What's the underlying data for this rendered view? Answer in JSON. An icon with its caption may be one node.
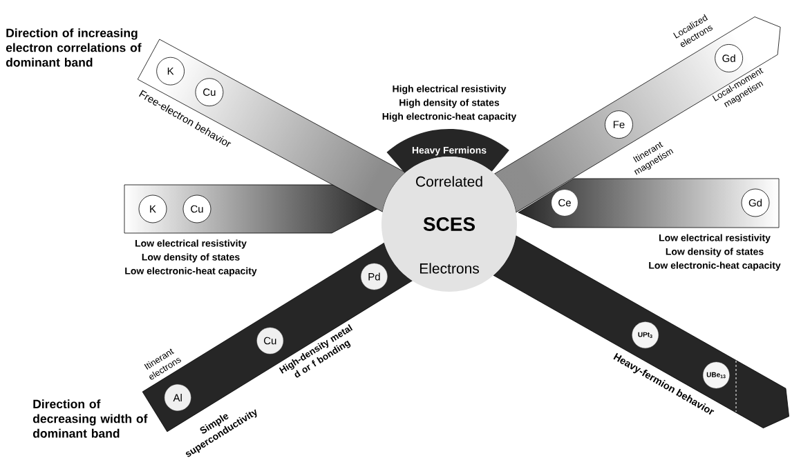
{
  "diagram": {
    "nodes": [
      {
        "text": [],
        "shape": "bar"
      },
      {
        "text": [
          "K"
        ],
        "in": 0
      },
      {
        "text": [
          "Cu"
        ],
        "in": 0
      },
      {
        "text": [],
        "shape": "bar"
      },
      {
        "text": [
          "Gd"
        ],
        "in": 3
      },
      {
        "text": [
          "Fe"
        ],
        "in": 3
      },
      {
        "text": [
          "Heavy Fermions"
        ]
      },
      {
        "text": [
          "Correlated",
          "SCES",
          "Electrons"
        ]
      },
      {
        "text": [],
        "shape": "bar"
      },
      {
        "text": [
          "K"
        ],
        "in": 8
      },
      {
        "text": [
          "Cu"
        ],
        "in": 8
      },
      {
        "text": [],
        "shape": "bar"
      },
      {
        "text": [
          "Ce"
        ],
        "in": 11
      },
      {
        "text": [
          "Gd"
        ],
        "in": 11
      },
      {
        "text": [],
        "shape": "bar"
      },
      {
        "text": [
          "Pd"
        ],
        "in": 14
      },
      {
        "text": [
          "Cu"
        ],
        "in": 14
      },
      {
        "text": [
          "Al"
        ],
        "in": 14
      },
      {
        "text": [],
        "shape": "bar"
      },
      {
        "text": [
          "UPt$_{3}$"
        ],
        "in": 18
      },
      {
        "text": [
          "UBe$_{13}$"
        ],
        "in": 18
      }
    ],
    "labels": [
      "Direction of increasing electron correlations of dominant band",
      "Localized electrons",
      "High electrical resistivity",
      "High density of states",
      "High electronic-heat capacity",
      "Local-moment magnetism",
      "Free-electron behavior",
      "Itinerant magnetism",
      "Low electrical resistivity",
      "Low density of states",
      "Low electronic-heat capacity",
      "Low electrical resistivity",
      "Low density of states",
      "Low electronic-heat capacity",
      "Itinerant electrons",
      "High-density metal d or f bonding",
      "Simple superconductivity",
      "Heavy-fermion behavior",
      "Direction of decreasing width of dominant band"
    ]
  }
}
